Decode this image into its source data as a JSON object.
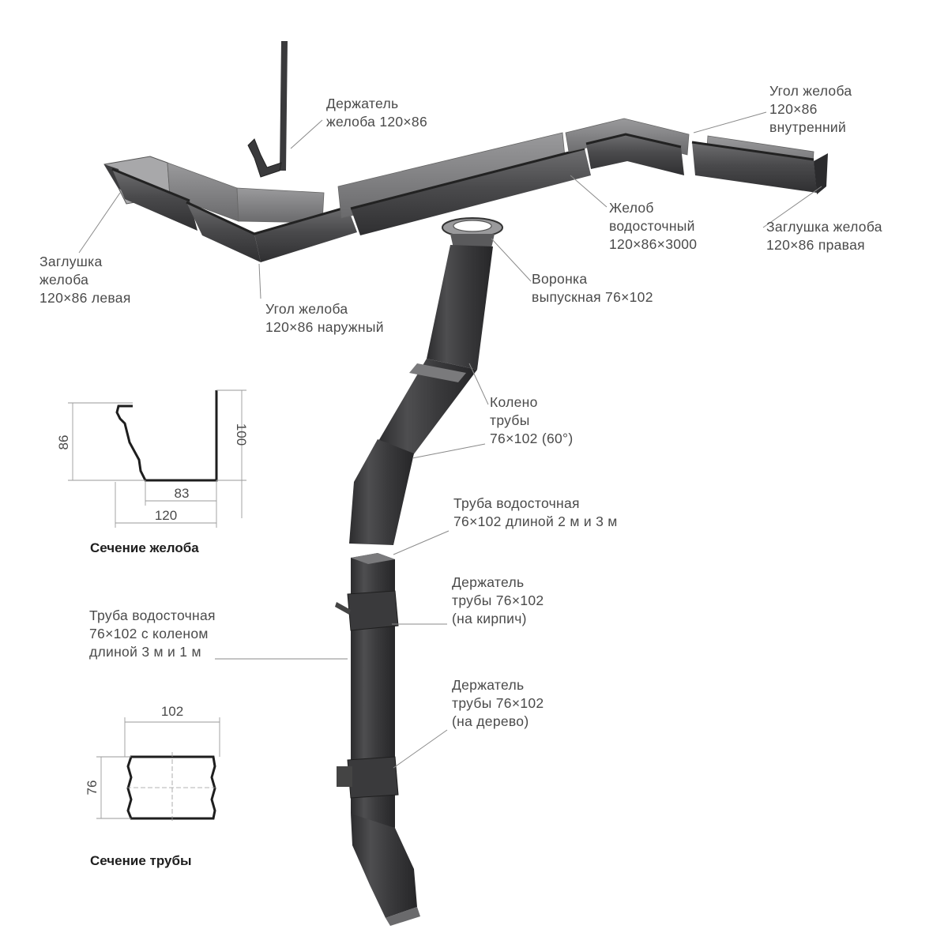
{
  "labels": {
    "gutter_holder": [
      "Держатель",
      "желоба 120×86"
    ],
    "inner_corner": [
      "Угол желоба",
      "120×86",
      "внутренний"
    ],
    "gutter": [
      "Желоб",
      "водосточный",
      "120×86×3000"
    ],
    "right_cap": [
      "Заглушка желоба",
      "120×86 правая"
    ],
    "left_cap": [
      "Заглушка",
      "желоба",
      "120×86 левая"
    ],
    "outer_corner": [
      "Угол желоба",
      "120×86 наружный"
    ],
    "funnel": [
      "Воронка",
      "выпускная 76×102"
    ],
    "elbow": [
      "Колено",
      "трубы",
      "76×102 (60°)"
    ],
    "pipe": [
      "Труба водосточная",
      "76×102 длиной 2 м и 3 м"
    ],
    "holder_brick": [
      "Держатель",
      "трубы 76×102",
      "(на кирпич)"
    ],
    "pipe_elbow": [
      "Труба водосточная",
      "76×102 с коленом",
      "длиной 3 м и 1 м"
    ],
    "holder_wood": [
      "Держатель",
      "трубы 76×102",
      "(на дерево)"
    ]
  },
  "gutter_section": {
    "title": "Сечение желоба",
    "dim_height_front": "86",
    "dim_height_back": "100",
    "dim_bottom": "83",
    "dim_width": "120"
  },
  "pipe_section": {
    "title": "Сечение трубы",
    "dim_width": "102",
    "dim_height": "76"
  },
  "colors": {
    "metal_dark": "#3d3d3f",
    "metal_mid": "#5a5a5c",
    "metal_light": "#8c8c8e",
    "label_text": "#4a4a4a",
    "title_text": "#1e1e1e",
    "leader_line": "#8a8a8a"
  }
}
